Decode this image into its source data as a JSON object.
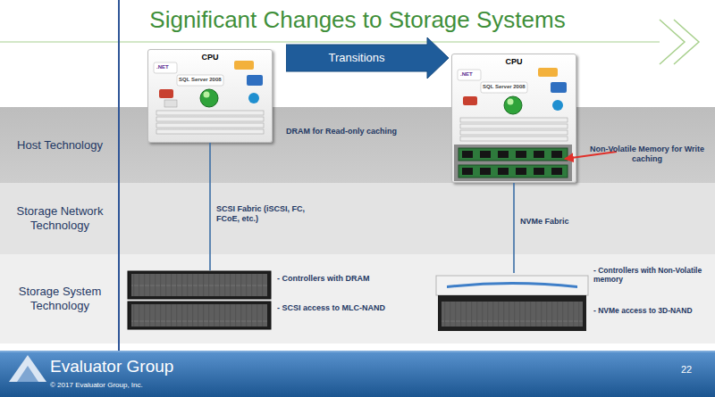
{
  "diagram": {
    "title": "Significant Changes to Storage Systems",
    "nodes": [
      {
        "text": [
          "CPU"
        ]
      },
      {
        "text": [
          "Transitions"
        ]
      },
      {
        "text": [
          "CPU"
        ]
      },
      {
        "text": [
          "Host Technology"
        ]
      },
      {
        "text": [
          "Storage Network Technology"
        ]
      },
      {
        "text": [
          "Storage System Technology"
        ]
      },
      {
        "text": [
          "- Controllers with DRAM",
          "- SCSI access to MLC-NAND"
        ]
      },
      {
        "text": [
          "- Controllers with Non-Volatile memory",
          "- NVMe access to 3D-NAND"
        ]
      }
    ],
    "edges": [
      {
        "from": 0,
        "to": 6,
        "arrow": "none",
        "label": "SCSI Fabric (iSCSI, FC, FCoE, etc.)"
      },
      {
        "from": 2,
        "to": 7,
        "arrow": "none",
        "label": "NVMe Fabric"
      }
    ],
    "labels": [
      ".NET",
      "SQL Server 2008",
      ".NET",
      "SQL Server 2008",
      "DRAM for Read-only caching",
      "Non-Volatile Memory for Write caching",
      "Evaluator Group",
      "© 2017 Evaluator Group, Inc.",
      "22"
    ]
  }
}
